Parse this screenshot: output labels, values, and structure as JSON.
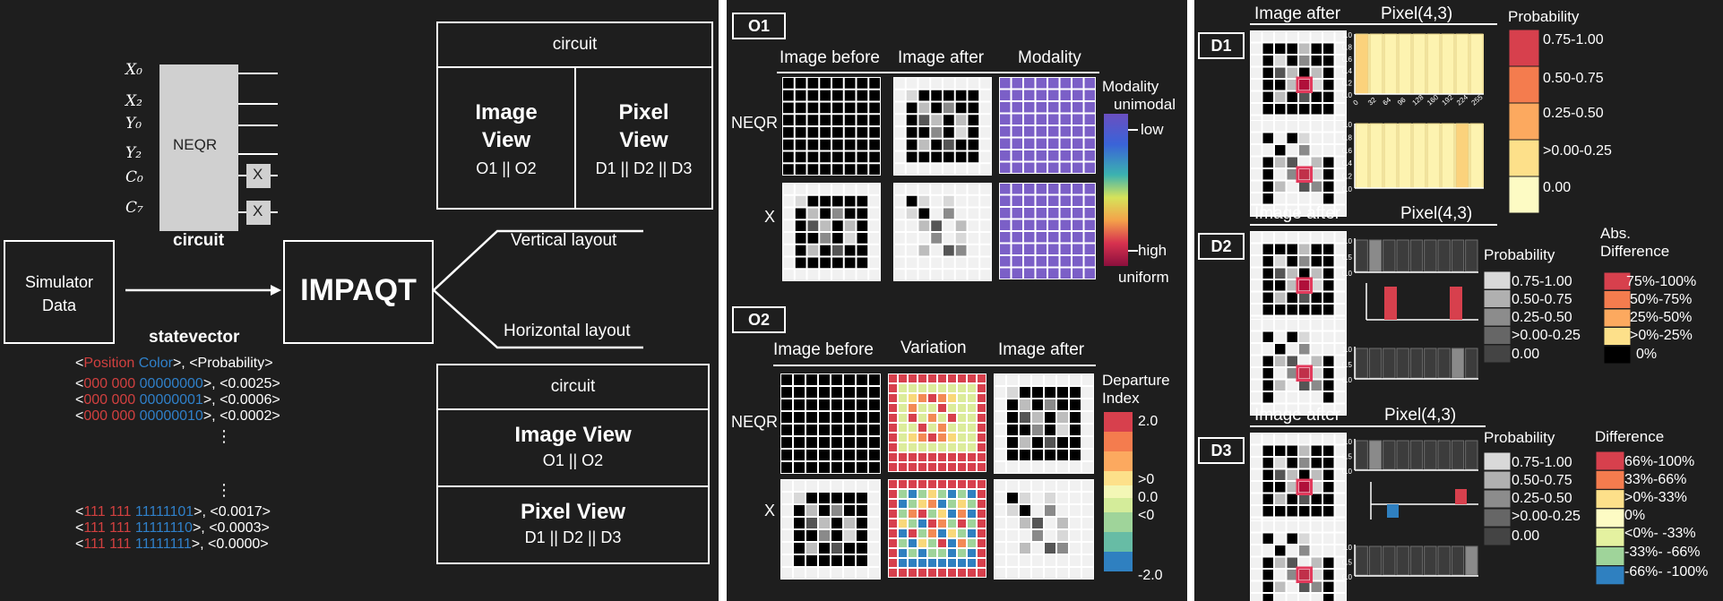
{
  "colors": {
    "background": "#1e1e1e",
    "red": "#d1403f",
    "blue": "#2f80c9",
    "modality_purple": "#7b5fc7"
  },
  "left": {
    "circuit": {
      "qubits": [
        "X₀",
        "X₂",
        "Y₀",
        "Y₂",
        "C₀",
        "C₇"
      ],
      "gate_label": "NEQR",
      "x_gate": "X",
      "caption": "circuit"
    },
    "simulator_label": "Simulator\nData",
    "statevector_label": "statevector",
    "impaqt_label": "IMPAQT",
    "vertical_layout": "Vertical layout",
    "horizontal_layout": "Horizontal layout",
    "header_open": "<",
    "header_position": "Position",
    "header_color": "Color",
    "header_close": ">, <Probability>",
    "rows_top": [
      {
        "pos": "000 000",
        "col": "00000000",
        "prob": ">, <0.0025>"
      },
      {
        "pos": "000 000",
        "col": "00000001",
        "prob": ">, <0.0006>"
      },
      {
        "pos": "000 000",
        "col": "00000010",
        "prob": ">, <0.0002>"
      }
    ],
    "rows_bottom": [
      {
        "pos": "111 111",
        "col": "11111101",
        "prob": ">, <0.0017>"
      },
      {
        "pos": "111 111",
        "col": "11111110",
        "prob": ">, <0.0003>"
      },
      {
        "pos": "111 111",
        "col": "11111111",
        "prob": ">, <0.0000>"
      }
    ],
    "ellipsis": "⋮",
    "vertical_box": {
      "circuit": "circuit",
      "image_view": "Image\nView",
      "image_sub": "O1 || O2",
      "pixel_view": "Pixel\nView",
      "pixel_sub": "D1 || D2 || D3"
    },
    "horizontal_box": {
      "circuit": "circuit",
      "image_view": "Image View",
      "image_sub": "O1 || O2",
      "pixel_view": "Pixel View",
      "pixel_sub": "D1 || D2 || D3"
    }
  },
  "middle": {
    "o1": {
      "tag": "O1",
      "col_headers": [
        "Image before",
        "Image after",
        "Modality"
      ],
      "row_labels": [
        "NEQR",
        "X"
      ],
      "legend_title": "Modality",
      "legend_top": "unimodal",
      "legend_low": "low",
      "legend_high": "high",
      "legend_bottom": "uniform"
    },
    "o2": {
      "tag": "O2",
      "col_headers": [
        "Image before",
        "Variation",
        "Image after"
      ],
      "row_labels": [
        "NEQR",
        "X"
      ],
      "legend_title": "Departure\nIndex",
      "legend_labels": [
        "2.0",
        ">0",
        "0.0",
        "<0",
        "-2.0"
      ]
    }
  },
  "right": {
    "d1": {
      "tag": "D1",
      "image_after": "Image after",
      "pixel": "Pixel(4,3)",
      "legend_title": "Probability",
      "legend": [
        "0.75-1.00",
        "0.50-0.75",
        "0.25-0.50",
        ">0.00-0.25",
        "0.00"
      ],
      "y_ticks": [
        "1.0",
        "0.8",
        "0.6",
        "0.4",
        "0.2",
        "0.0"
      ],
      "x_ticks": [
        "0",
        "32",
        "64",
        "96",
        "128",
        "160",
        "192",
        "224",
        "255"
      ]
    },
    "d2": {
      "tag": "D2",
      "image_after": "Image after",
      "pixel": "Pixel(4,3)",
      "legend_title": "Probability",
      "legend": [
        "0.75-1.00",
        "0.50-0.75",
        "0.25-0.50",
        ">0.00-0.25",
        "0.00"
      ],
      "diff_title": "Abs.\nDifference",
      "diff_legend": [
        "75%-100%",
        "50%-75%",
        "25%-50%",
        ">0%-25%",
        "0%"
      ],
      "y_ticks": [
        "1.0",
        "0.5",
        "0.0"
      ]
    },
    "d3": {
      "tag": "D3",
      "image_after": "Image after",
      "pixel": "Pixel(4,3)",
      "legend_title": "Probability",
      "legend": [
        "0.75-1.00",
        "0.50-0.75",
        "0.25-0.50",
        ">0.00-0.25",
        "0.00"
      ],
      "diff_title": "Difference",
      "diff_legend": [
        "66%-100%",
        "33%-66%",
        ">0%-33%",
        "0%",
        "<0%- -33%",
        "-33%- -66%",
        "-66%- -100%"
      ],
      "y_ticks": [
        "1.0",
        "0.5",
        "0.0"
      ]
    }
  }
}
